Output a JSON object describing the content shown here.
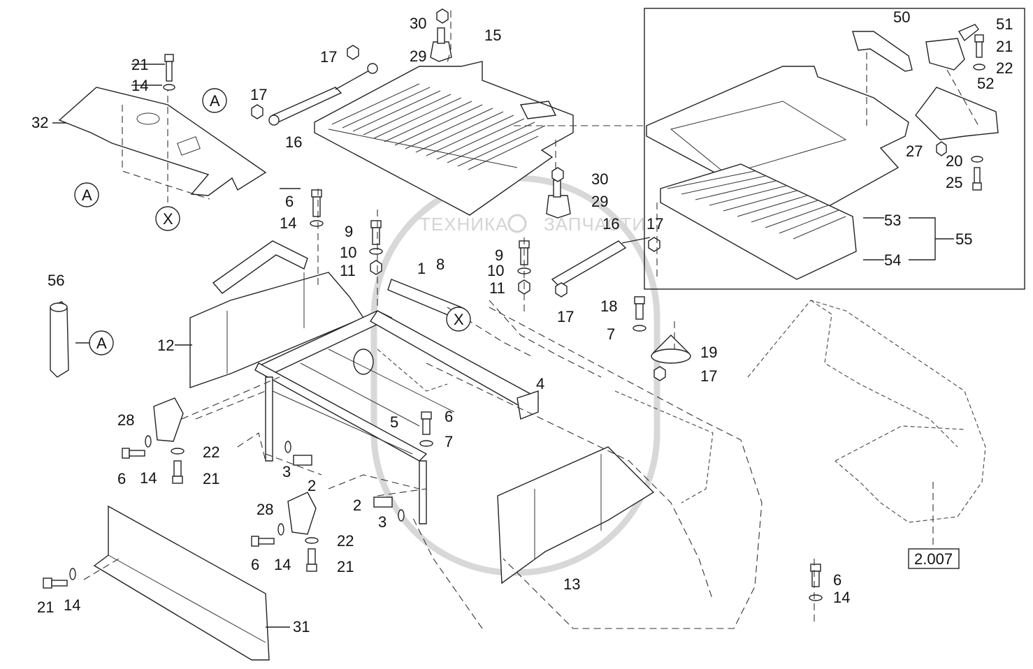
{
  "drawing": {
    "watermark": {
      "left": "ТЕХНИКА",
      "right": "ЗАПЧАСТИ"
    },
    "reference_box": "2.007",
    "view_markers": [
      "A",
      "A",
      "X",
      "A",
      "X"
    ],
    "callouts": [
      "21",
      "14",
      "32",
      "17",
      "16",
      "30",
      "29",
      "17",
      "15",
      "50",
      "51",
      "21",
      "22",
      "52",
      "27",
      "20",
      "25",
      "30",
      "29",
      "6",
      "14",
      "9",
      "10",
      "11",
      "16",
      "17",
      "53",
      "55",
      "54",
      "56",
      "12",
      "1",
      "8",
      "9",
      "10",
      "11",
      "18",
      "7",
      "17",
      "19",
      "17",
      "4",
      "5",
      "28",
      "6",
      "7",
      "6",
      "14",
      "22",
      "21",
      "3",
      "2",
      "2",
      "3",
      "28",
      "22",
      "6",
      "14",
      "21",
      "13",
      "21",
      "14",
      "31",
      "6",
      "14"
    ]
  }
}
